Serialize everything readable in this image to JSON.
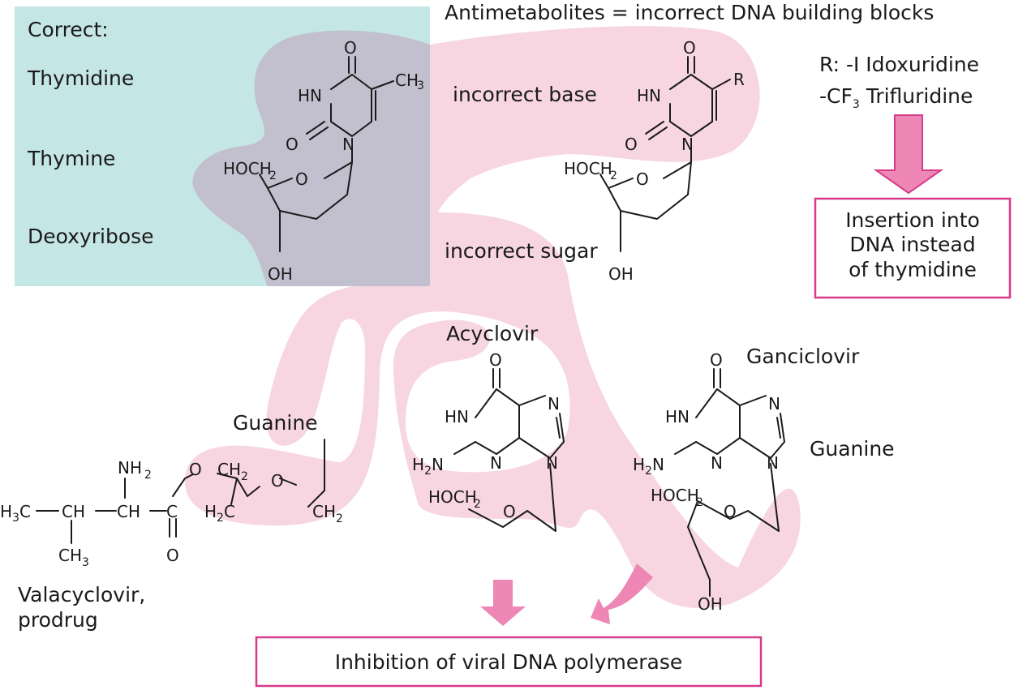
{
  "colors": {
    "correct_box": "#c4e6e4",
    "antimetabolite_region": "#f7d6e2",
    "overlap_region": "#c2bfce",
    "frame": "#d63a8a",
    "arrow_fill": "#ee86b6",
    "ink": "#1a1a1a"
  },
  "header": {
    "title": "Antimetabolites = incorrect DNA building blocks"
  },
  "correct_panel": {
    "heading": "Correct:",
    "labels": [
      "Thymidine",
      "Thymine",
      "Deoxyribose"
    ]
  },
  "annotations": {
    "incorrect_base": "incorrect base",
    "incorrect_sugar": "incorrect sugar",
    "r_line1": "R: -I  Idoxuridine",
    "r_line2_prefix": "-CF",
    "r_line2_sub": "3",
    "r_line2_suffix": " Trifluridine"
  },
  "insertion_box": {
    "lines": [
      "Insertion into",
      "DNA instead",
      "of thymidine"
    ]
  },
  "drugs": {
    "acyclovir": "Acyclovir",
    "ganciclovir": "Ganciclovir",
    "guanine_top": "Guanine",
    "guanine_right": "Guanine",
    "valacyclovir_line1": "Valacyclovir,",
    "valacyclovir_line2": "prodrug"
  },
  "result_box": {
    "text": "Inhibition of viral DNA polymerase"
  },
  "atoms": {
    "O": "O",
    "HN": "HN",
    "N": "N",
    "CH3": "CH",
    "HOCH2": "HOCH",
    "OH": "OH",
    "H2N_prefix": "H",
    "H2N_suffix": "N",
    "R": "R",
    "NH2": "NH",
    "H3C_prefix": "H",
    "H3C_suffix": "C",
    "CH": "CH",
    "C": "C",
    "CH2": "CH",
    "H2C_prefix": "H",
    "H2C_suffix": "C",
    "sub2": "2",
    "sub3": "3"
  }
}
